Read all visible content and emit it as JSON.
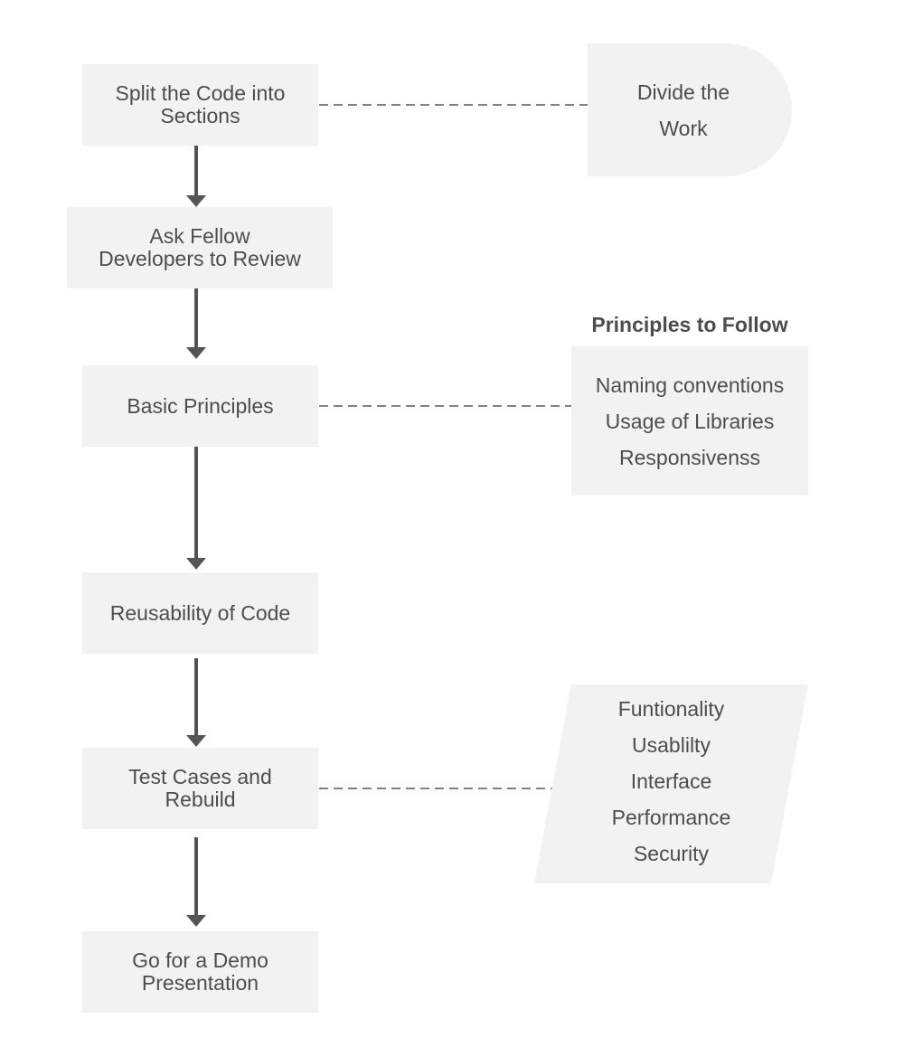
{
  "flow": {
    "steps": [
      "Split the Code into\nSections",
      "Ask Fellow\nDevelopers to Review",
      "Basic Principles",
      "Reusability of Code",
      "Test Cases and\nRebuild",
      "Go for a Demo\nPresentation"
    ]
  },
  "side": {
    "divide_work": "Divide the\nWork",
    "principles": {
      "title": "Principles to Follow",
      "items": [
        "Naming conventions",
        "Usage of Libraries",
        "Responsivenss"
      ]
    },
    "testing": {
      "items": [
        "Funtionality",
        "Usablilty",
        "Interface",
        "Performance",
        "Security"
      ]
    }
  },
  "colors": {
    "box_fill": "#f2f2f2",
    "text": "#4d4d4d",
    "arrow": "#555555",
    "dashed_line": "#595959"
  }
}
